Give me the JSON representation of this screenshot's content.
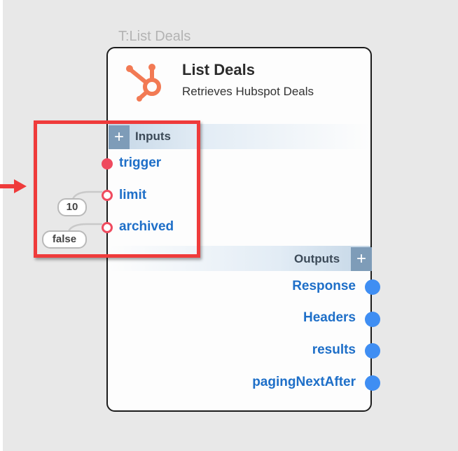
{
  "node": {
    "tag": "T:List Deals",
    "title": "List Deals",
    "subtitle": "Retrieves Hubspot Deals",
    "icon": "hubspot-icon",
    "accent_color": "#f27a54"
  },
  "inputs": {
    "label": "Inputs",
    "add_symbol": "+",
    "ports": [
      {
        "name": "trigger",
        "connected": true
      },
      {
        "name": "limit",
        "default_value": "10"
      },
      {
        "name": "archived",
        "default_value": "false"
      }
    ]
  },
  "outputs": {
    "label": "Outputs",
    "add_symbol": "+",
    "ports": [
      {
        "name": "Response"
      },
      {
        "name": "Headers"
      },
      {
        "name": "results"
      },
      {
        "name": "pagingNextAfter"
      }
    ]
  },
  "colors": {
    "input_port": "#ef4a5e",
    "output_port": "#3f8ef3",
    "port_label": "#1e6fc8",
    "highlight": "#ef3b3b"
  }
}
